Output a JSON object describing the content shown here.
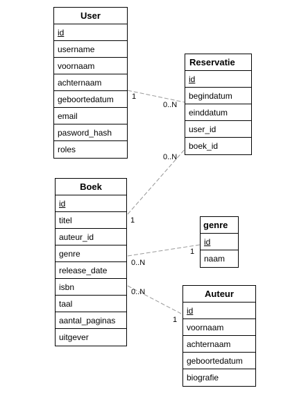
{
  "entities": {
    "user": {
      "title": "User",
      "attributes": [
        "id",
        "username",
        "voornaam",
        "achternaam",
        "geboortedatum",
        "email",
        "pasword_hash",
        "roles"
      ]
    },
    "reservatie": {
      "title": "Reservatie",
      "attributes": [
        "id",
        "begindatum",
        "einddatum",
        "user_id",
        "boek_id"
      ]
    },
    "boek": {
      "title": "Boek",
      "attributes": [
        "id",
        "titel",
        "auteur_id",
        "genre",
        "release_date",
        "isbn",
        "taal",
        "aantal_paginas",
        "uitgever"
      ]
    },
    "genre": {
      "title": "genre",
      "attributes": [
        "id",
        "naam"
      ]
    },
    "auteur": {
      "title": "Auteur",
      "attributes": [
        "id",
        "voornaam",
        "achternaam",
        "geboortedatum",
        "biografie"
      ]
    }
  },
  "relationships": [
    {
      "from": "User",
      "to": "Reservatie",
      "from_card": "1",
      "to_card": "0..N"
    },
    {
      "from": "Boek",
      "to": "Reservatie",
      "from_card": "1",
      "to_card": "0..N"
    },
    {
      "from": "Boek",
      "to": "genre",
      "from_card": "0..N",
      "to_card": "1"
    },
    {
      "from": "Boek",
      "to": "Auteur",
      "from_card": "0..N",
      "to_card": "1"
    }
  ]
}
